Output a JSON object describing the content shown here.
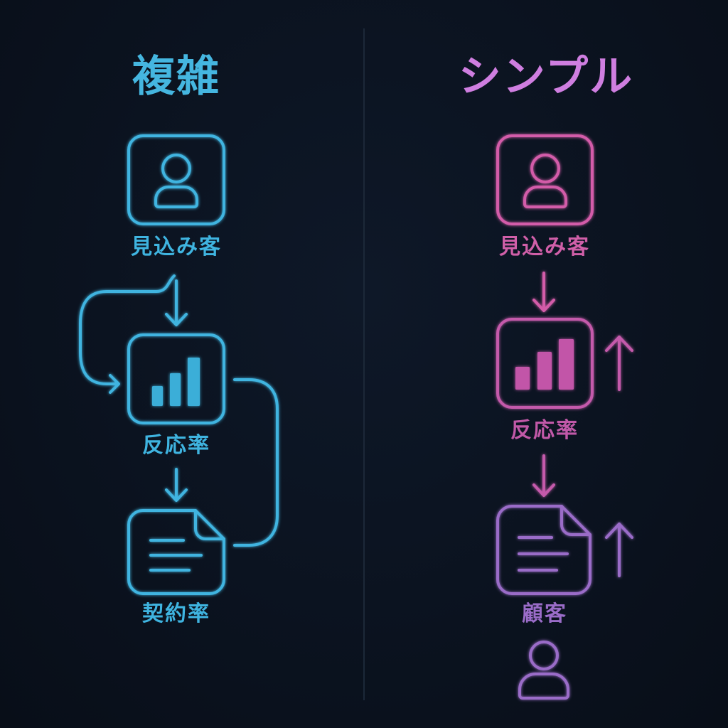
{
  "left": {
    "title": "複雑",
    "nodes": [
      {
        "label": "見込み客",
        "icon": "user-icon"
      },
      {
        "label": "反応率",
        "icon": "bar-chart-icon"
      },
      {
        "label": "契約率",
        "icon": "document-icon"
      }
    ],
    "color": "#3fb4e0"
  },
  "right": {
    "title": "シンプル",
    "nodes": [
      {
        "label": "見込み客",
        "icon": "user-icon",
        "color": "#d05fa8"
      },
      {
        "label": "反応率",
        "icon": "bar-chart-icon",
        "color": "#c159a8"
      },
      {
        "label": "顧客",
        "icon": "document-icon",
        "color": "#9a6cc8"
      }
    ],
    "end_icon": "user-icon"
  }
}
